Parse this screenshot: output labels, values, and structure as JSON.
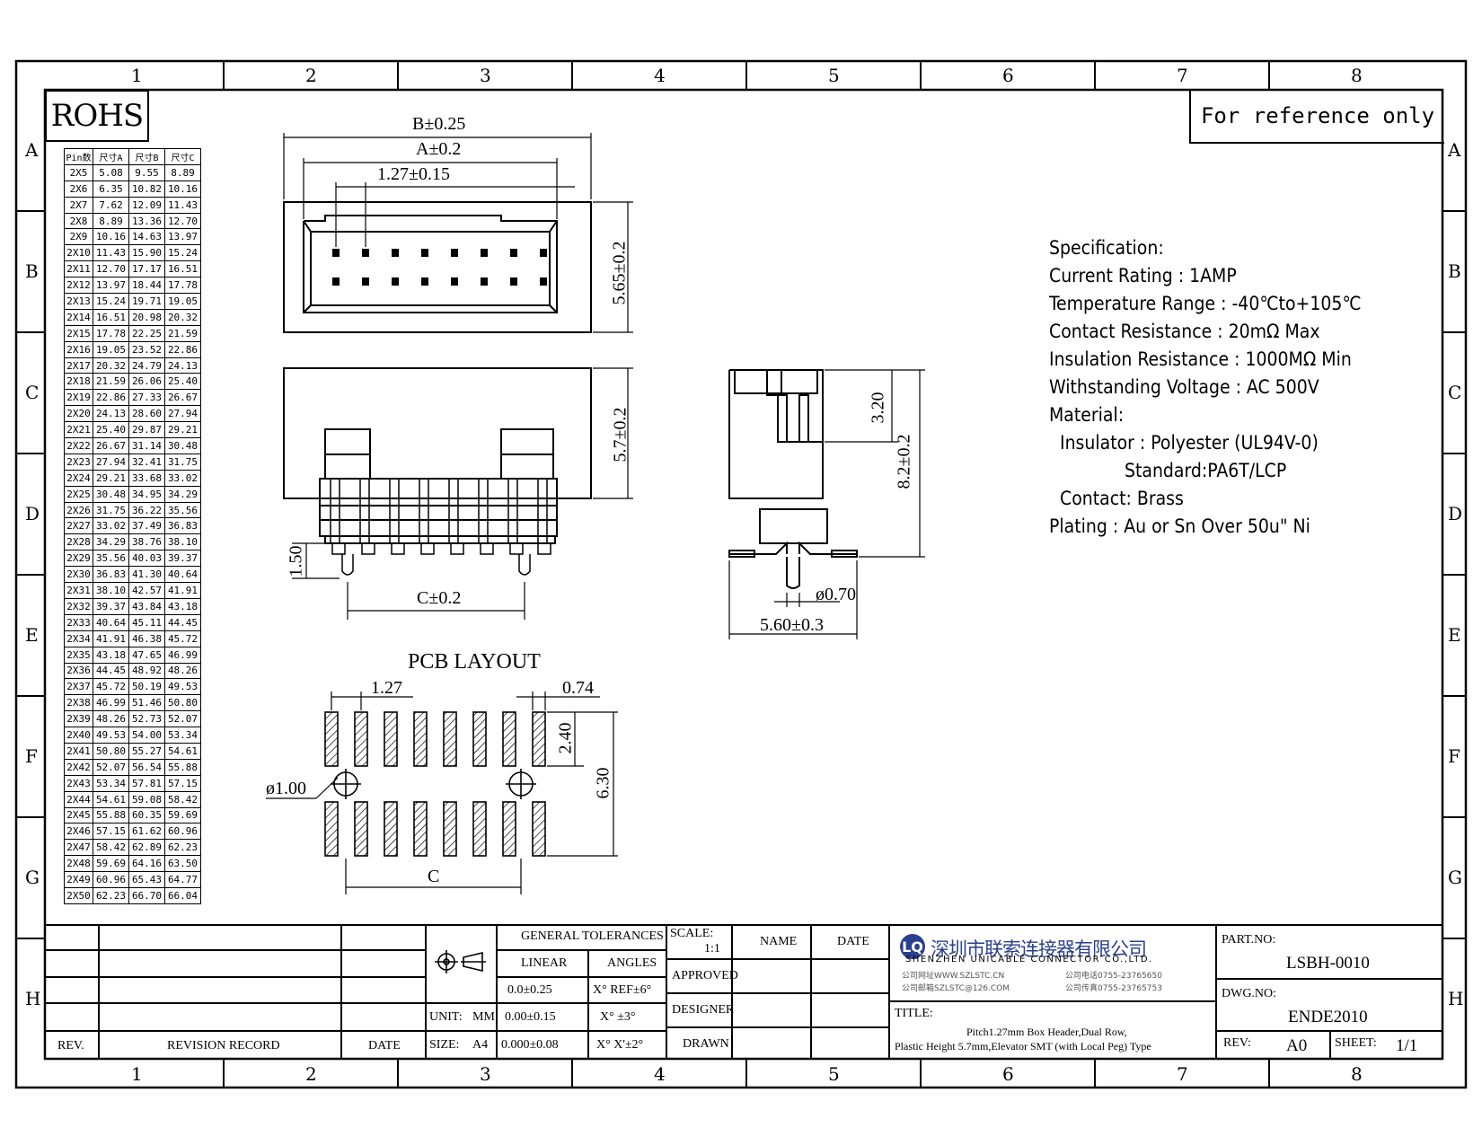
{
  "border": {
    "columns": [
      "1",
      "2",
      "3",
      "4",
      "5",
      "6",
      "7",
      "8"
    ],
    "rows": [
      "A",
      "B",
      "C",
      "D",
      "E",
      "F",
      "G",
      "H"
    ]
  },
  "rohs": "ROHS",
  "reference_note": "For reference only",
  "pin_table": {
    "headers": [
      "Pin数",
      "尺寸A",
      "尺寸B",
      "尺寸C"
    ],
    "rows": [
      [
        "2X5",
        "5.08",
        "9.55",
        "8.89"
      ],
      [
        "2X6",
        "6.35",
        "10.82",
        "10.16"
      ],
      [
        "2X7",
        "7.62",
        "12.09",
        "11.43"
      ],
      [
        "2X8",
        "8.89",
        "13.36",
        "12.70"
      ],
      [
        "2X9",
        "10.16",
        "14.63",
        "13.97"
      ],
      [
        "2X10",
        "11.43",
        "15.90",
        "15.24"
      ],
      [
        "2X11",
        "12.70",
        "17.17",
        "16.51"
      ],
      [
        "2X12",
        "13.97",
        "18.44",
        "17.78"
      ],
      [
        "2X13",
        "15.24",
        "19.71",
        "19.05"
      ],
      [
        "2X14",
        "16.51",
        "20.98",
        "20.32"
      ],
      [
        "2X15",
        "17.78",
        "22.25",
        "21.59"
      ],
      [
        "2X16",
        "19.05",
        "23.52",
        "22.86"
      ],
      [
        "2X17",
        "20.32",
        "24.79",
        "24.13"
      ],
      [
        "2X18",
        "21.59",
        "26.06",
        "25.40"
      ],
      [
        "2X19",
        "22.86",
        "27.33",
        "26.67"
      ],
      [
        "2X20",
        "24.13",
        "28.60",
        "27.94"
      ],
      [
        "2X21",
        "25.40",
        "29.87",
        "29.21"
      ],
      [
        "2X22",
        "26.67",
        "31.14",
        "30.48"
      ],
      [
        "2X23",
        "27.94",
        "32.41",
        "31.75"
      ],
      [
        "2X24",
        "29.21",
        "33.68",
        "33.02"
      ],
      [
        "2X25",
        "30.48",
        "34.95",
        "34.29"
      ],
      [
        "2X26",
        "31.75",
        "36.22",
        "35.56"
      ],
      [
        "2X27",
        "33.02",
        "37.49",
        "36.83"
      ],
      [
        "2X28",
        "34.29",
        "38.76",
        "38.10"
      ],
      [
        "2X29",
        "35.56",
        "40.03",
        "39.37"
      ],
      [
        "2X30",
        "36.83",
        "41.30",
        "40.64"
      ],
      [
        "2X31",
        "38.10",
        "42.57",
        "41.91"
      ],
      [
        "2X32",
        "39.37",
        "43.84",
        "43.18"
      ],
      [
        "2X33",
        "40.64",
        "45.11",
        "44.45"
      ],
      [
        "2X34",
        "41.91",
        "46.38",
        "45.72"
      ],
      [
        "2X35",
        "43.18",
        "47.65",
        "46.99"
      ],
      [
        "2X36",
        "44.45",
        "48.92",
        "48.26"
      ],
      [
        "2X37",
        "45.72",
        "50.19",
        "49.53"
      ],
      [
        "2X38",
        "46.99",
        "51.46",
        "50.80"
      ],
      [
        "2X39",
        "48.26",
        "52.73",
        "52.07"
      ],
      [
        "2X40",
        "49.53",
        "54.00",
        "53.34"
      ],
      [
        "2X41",
        "50.80",
        "55.27",
        "54.61"
      ],
      [
        "2X42",
        "52.07",
        "56.54",
        "55.88"
      ],
      [
        "2X43",
        "53.34",
        "57.81",
        "57.15"
      ],
      [
        "2X44",
        "54.61",
        "59.08",
        "58.42"
      ],
      [
        "2X45",
        "55.88",
        "60.35",
        "59.69"
      ],
      [
        "2X46",
        "57.15",
        "61.62",
        "60.96"
      ],
      [
        "2X47",
        "58.42",
        "62.89",
        "62.23"
      ],
      [
        "2X48",
        "59.69",
        "64.16",
        "63.50"
      ],
      [
        "2X49",
        "60.96",
        "65.43",
        "64.77"
      ],
      [
        "2X50",
        "62.23",
        "66.70",
        "66.04"
      ]
    ]
  },
  "dimensions": {
    "b": "B±0.25",
    "a": "A±0.2",
    "pitch": "1.27±0.15",
    "top_height": "5.65±0.2",
    "front_height": "5.7±0.2",
    "peg_len": "1.50",
    "c": "C±0.2",
    "side_inner": "3.20",
    "side_height": "8.2±0.2",
    "pin_dia": "ø0.70",
    "side_width": "5.60±0.3",
    "pcb_title": "PCB LAYOUT",
    "pcb_pitch": "1.27",
    "pcb_pad_w": "0.74",
    "pcb_pad_h": "2.40",
    "pcb_row": "6.30",
    "pcb_hole": "ø1.00",
    "pcb_c": "C"
  },
  "spec": {
    "lines": [
      "Specification:",
      "Current Rating : 1AMP",
      "Temperature Range : -40℃to+105℃",
      "Contact Resistance : 20mΩ Max",
      "Insulation Resistance : 1000MΩ Min",
      "Withstanding Voltage : AC 500V",
      "Material:",
      "  Insulator : Polyester (UL94V-0)",
      "              Standard:PA6T/LCP",
      "  Contact: Brass",
      "Plating : Au or Sn Over 50u\" Ni"
    ]
  },
  "title_block": {
    "general_tolerances": "GENERAL TOLERANCES",
    "linear": "LINEAR",
    "angles": "ANGLES",
    "tol1_lin": "0.0±0.25",
    "tol1_ang": "X° REF±6°",
    "tol2_lin": "0.00±0.15",
    "tol2_ang": "X° ±3°",
    "tol3_lin": "0.000±0.08",
    "tol3_ang": "X° X'±2°",
    "unit_label": "UNIT:",
    "unit": "MM",
    "size_label": "SIZE:",
    "size": "A4",
    "scale_label": "SCALE:",
    "scale": "1:1",
    "name": "NAME",
    "date": "DATE",
    "approved": "APPROVED",
    "designer": "DESIGNER",
    "drawn": "DRAWN",
    "rev_col": "REV.",
    "revision_record": "REVISION RECORD",
    "rev_date": "DATE",
    "company_cn": "深圳市联索连接器有限公司",
    "company_en": "SHENZHEN UNICABLE CONNECTOR CO.,LTD.",
    "web": "公司网址WWW.SZLSTC.CN",
    "email": "公司邮箱SZLSTC@126.COM",
    "phone": "公司电话0755-23765650",
    "fax": "公司传真0755-23765753",
    "title_label": "TITLE:",
    "title_line1": "Pitch1.27mm Box Header,Dual Row,",
    "title_line2": "Plastic Height 5.7mm,Elevator SMT (with Local Peg) Type",
    "part_no_label": "PART.NO:",
    "part_no": "LSBH-0010",
    "dwg_no_label": "DWG.NO:",
    "dwg_no": "ENDE2010",
    "rev_label": "REV:",
    "rev": "A0",
    "sheet_label": "SHEET:",
    "sheet": "1/1"
  }
}
